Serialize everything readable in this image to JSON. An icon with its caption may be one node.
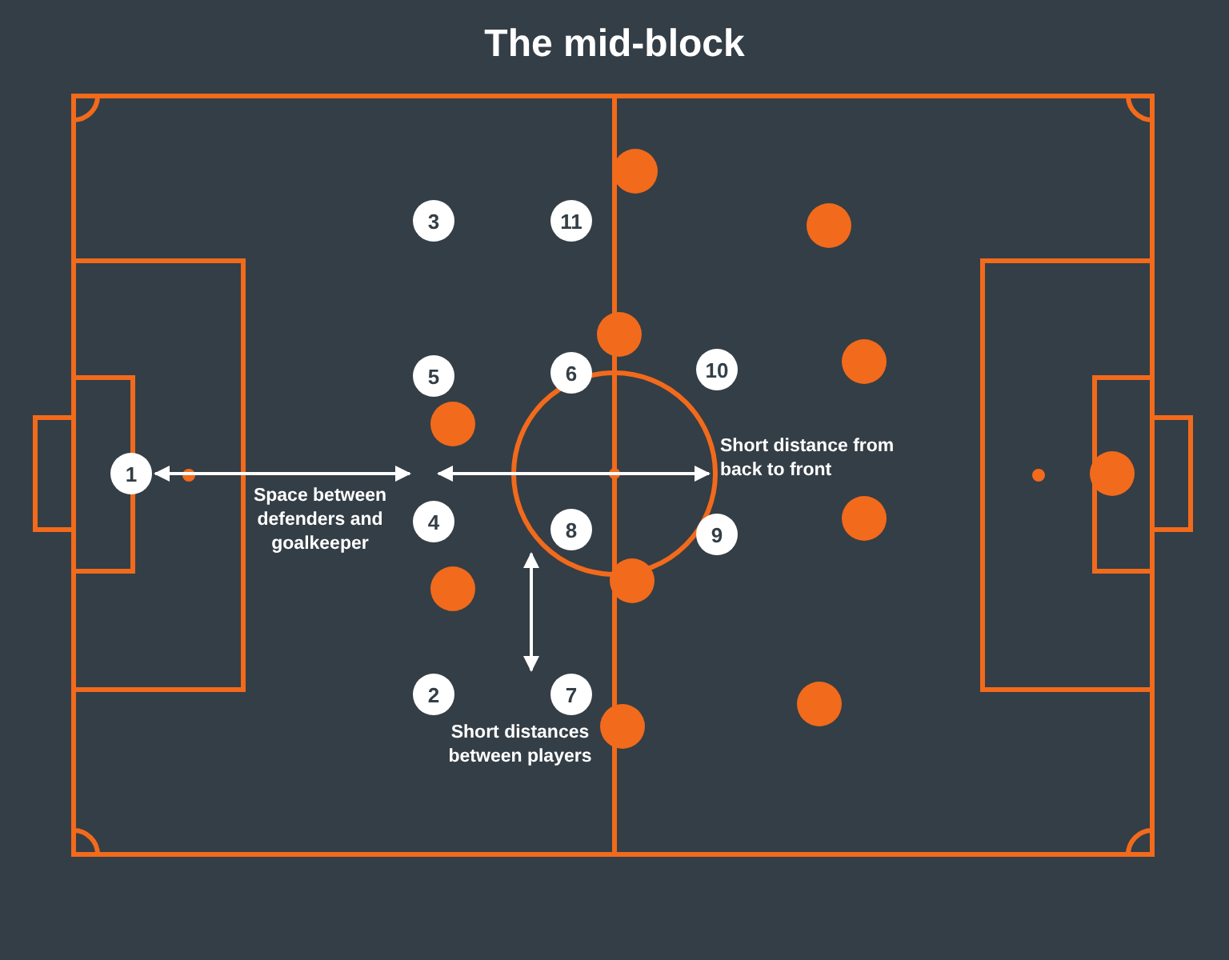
{
  "diagram": {
    "title": "The mid-block",
    "nodes": [
      {
        "text": [
          "1"
        ]
      },
      {
        "text": [
          "2"
        ]
      },
      {
        "text": [
          "3"
        ]
      },
      {
        "text": [
          "4"
        ]
      },
      {
        "text": [
          "5"
        ]
      },
      {
        "text": [
          "6"
        ]
      },
      {
        "text": [
          "7"
        ]
      },
      {
        "text": [
          "8"
        ]
      },
      {
        "text": [
          "9"
        ]
      },
      {
        "text": [
          "10"
        ]
      },
      {
        "text": [
          "11"
        ]
      },
      {
        "text": [],
        "shape": "circle"
      },
      {
        "text": [],
        "shape": "circle"
      },
      {
        "text": [],
        "shape": "circle"
      },
      {
        "text": [],
        "shape": "circle"
      },
      {
        "text": [],
        "shape": "circle"
      },
      {
        "text": [],
        "shape": "circle"
      },
      {
        "text": [],
        "shape": "circle"
      },
      {
        "text": [],
        "shape": "circle"
      },
      {
        "text": [],
        "shape": "circle"
      },
      {
        "text": [],
        "shape": "circle"
      },
      {
        "text": [],
        "shape": "circle"
      }
    ],
    "edges": [
      {
        "from": 0,
        "to": 3,
        "arrow": "both"
      },
      {
        "from": 7,
        "to": 6,
        "arrow": "both"
      }
    ],
    "labels": [
      "Short distance from back to front",
      "Space between defenders and goalkeeper",
      "Short distances between players"
    ]
  }
}
